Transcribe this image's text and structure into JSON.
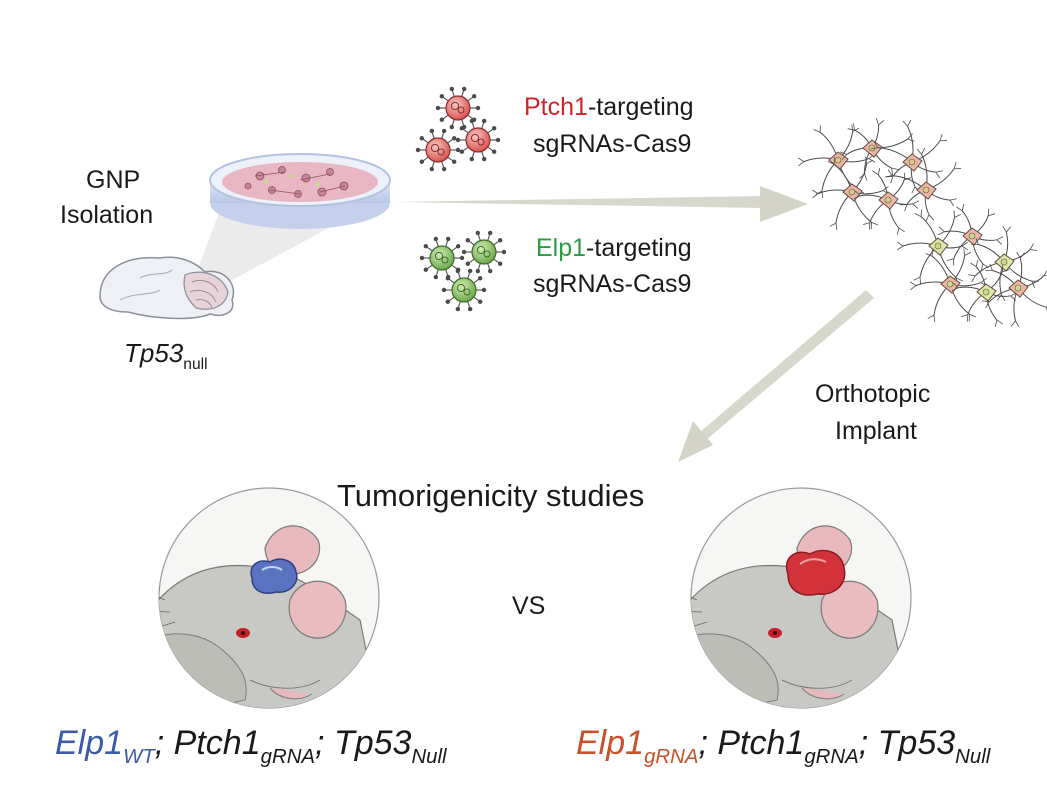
{
  "labels": {
    "isolation_line1": "GNP",
    "isolation_line2": "Isolation",
    "donor_gene": "Tp53",
    "donor_sub": "null",
    "ptch1_gene": "Ptch1",
    "ptch1_rest": "-targeting",
    "ptch1_line2": "sgRNAs-Cas9",
    "elp1_gene": "Elp1",
    "elp1_rest": "-targeting",
    "elp1_line2": "sgRNAs-Cas9",
    "implant_line1": "Orthotopic",
    "implant_line2": "Implant",
    "study_title": "Tumorigenicity studies",
    "versus": "VS"
  },
  "genotypes": {
    "left": {
      "g1": "Elp1",
      "g1_sub": "WT",
      "sep1": "; ",
      "g2": "Ptch1",
      "g2_sub": "gRNA",
      "sep2": "; ",
      "g3": "Tp53",
      "g3_sub": "Null"
    },
    "right": {
      "g1": "Elp1",
      "g1_sub": "gRNA",
      "sep1": "; ",
      "g2": "Ptch1",
      "g2_sub": "gRNA",
      "sep2": "; ",
      "g3": "Tp53",
      "g3_sub": "Null"
    }
  },
  "colors": {
    "ptch1_red": "#d8202a",
    "elp1_green": "#2e9a45",
    "wt_blue": "#3c5aa8",
    "grna_orange": "#c8502a",
    "arrow_gray": "#d3d3c8",
    "tumor_blue": "#5a72c0",
    "tumor_red": "#d2333a"
  }
}
